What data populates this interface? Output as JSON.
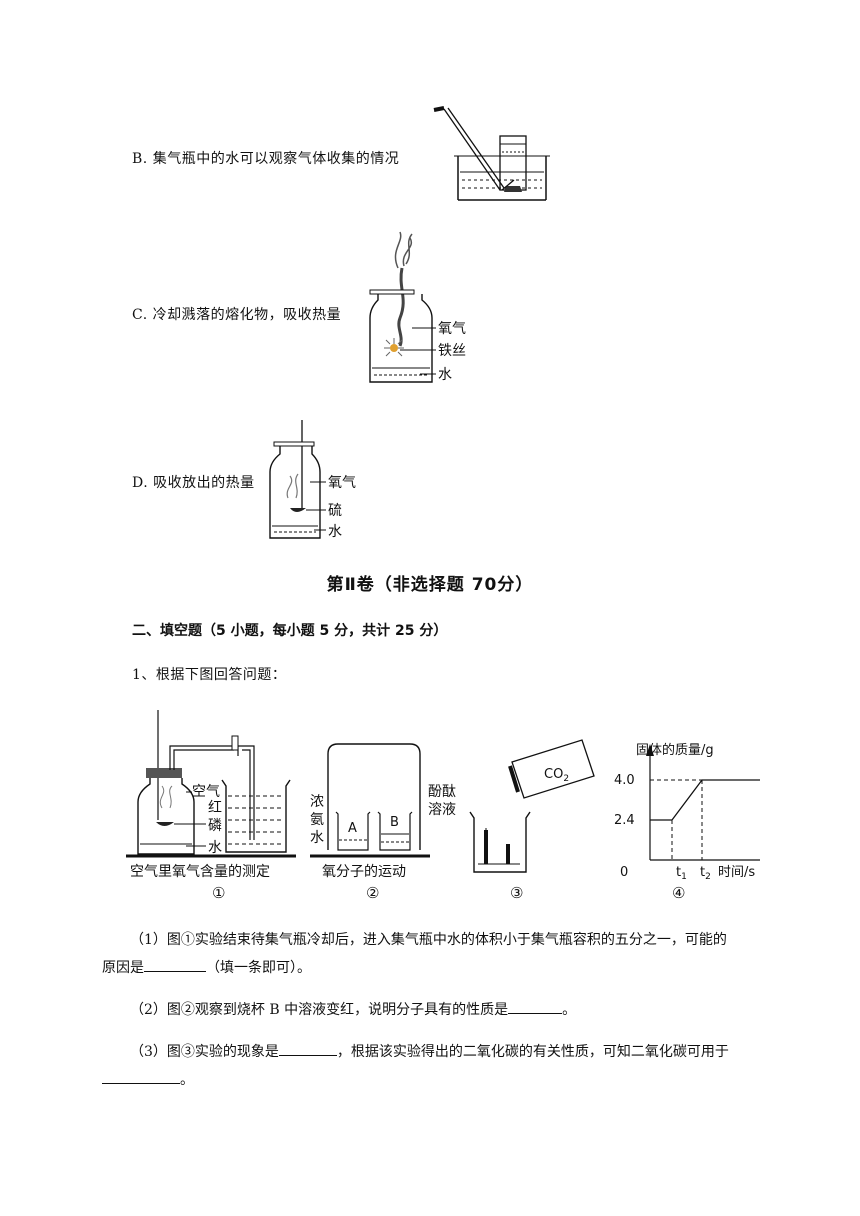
{
  "options": {
    "b": "B. 集气瓶中的水可以观察气体收集的情况",
    "c": "C. 冷却溅落的熔化物，吸收热量",
    "d": "D. 吸收放出的热量"
  },
  "figure_c_labels": {
    "oxygen": "氧气",
    "wire": "铁丝",
    "water": "水"
  },
  "figure_d_labels": {
    "oxygen": "氧气",
    "sulfur": "硫",
    "water": "水"
  },
  "part_title": "第Ⅱ卷（非选择题   70分）",
  "section_heading": "二、填空题（5 小题，每小题 5 分，共计 25 分）",
  "question1": "1、根据下图回答问题：",
  "diagram": {
    "fig1": {
      "l1": "空气",
      "l2": "红",
      "l3": "磷",
      "l4": "水",
      "caption": "空气里氧气含量的测定",
      "num": "①"
    },
    "fig2": {
      "left": [
        "浓",
        "氨",
        "水"
      ],
      "right": [
        "酚酞",
        "溶液"
      ],
      "a": "A",
      "b": "B",
      "caption": "氧分子的运动",
      "num": "②"
    },
    "fig3": {
      "co2": "CO",
      "co2_sub": "2",
      "num": "③"
    },
    "fig4": {
      "ylabel": "固体的质量/g",
      "y1": "4.0",
      "y2": "2.4",
      "origin": "0",
      "t1": "t",
      "t1_sub": "1",
      "t2": "t",
      "t2_sub": "2",
      "xlabel": "时间/s",
      "num": "④"
    }
  },
  "sub1": {
    "a": "（1）图①实验结束待集气瓶冷却后，进入集气瓶中水的体积小于集气瓶容积的五分之一，可能的",
    "b": "原因是",
    "c": "（填一条即可）。"
  },
  "sub2": {
    "a": "（2）图②观察到烧杯 B 中溶液变红，说明分子具有的性质是",
    "b": "。"
  },
  "sub3": {
    "a": "（3）图③实验的现象是",
    "b": "，根据该实验得出的二氧化碳的有关性质，可知二氧化碳可用于",
    "c": "。"
  }
}
